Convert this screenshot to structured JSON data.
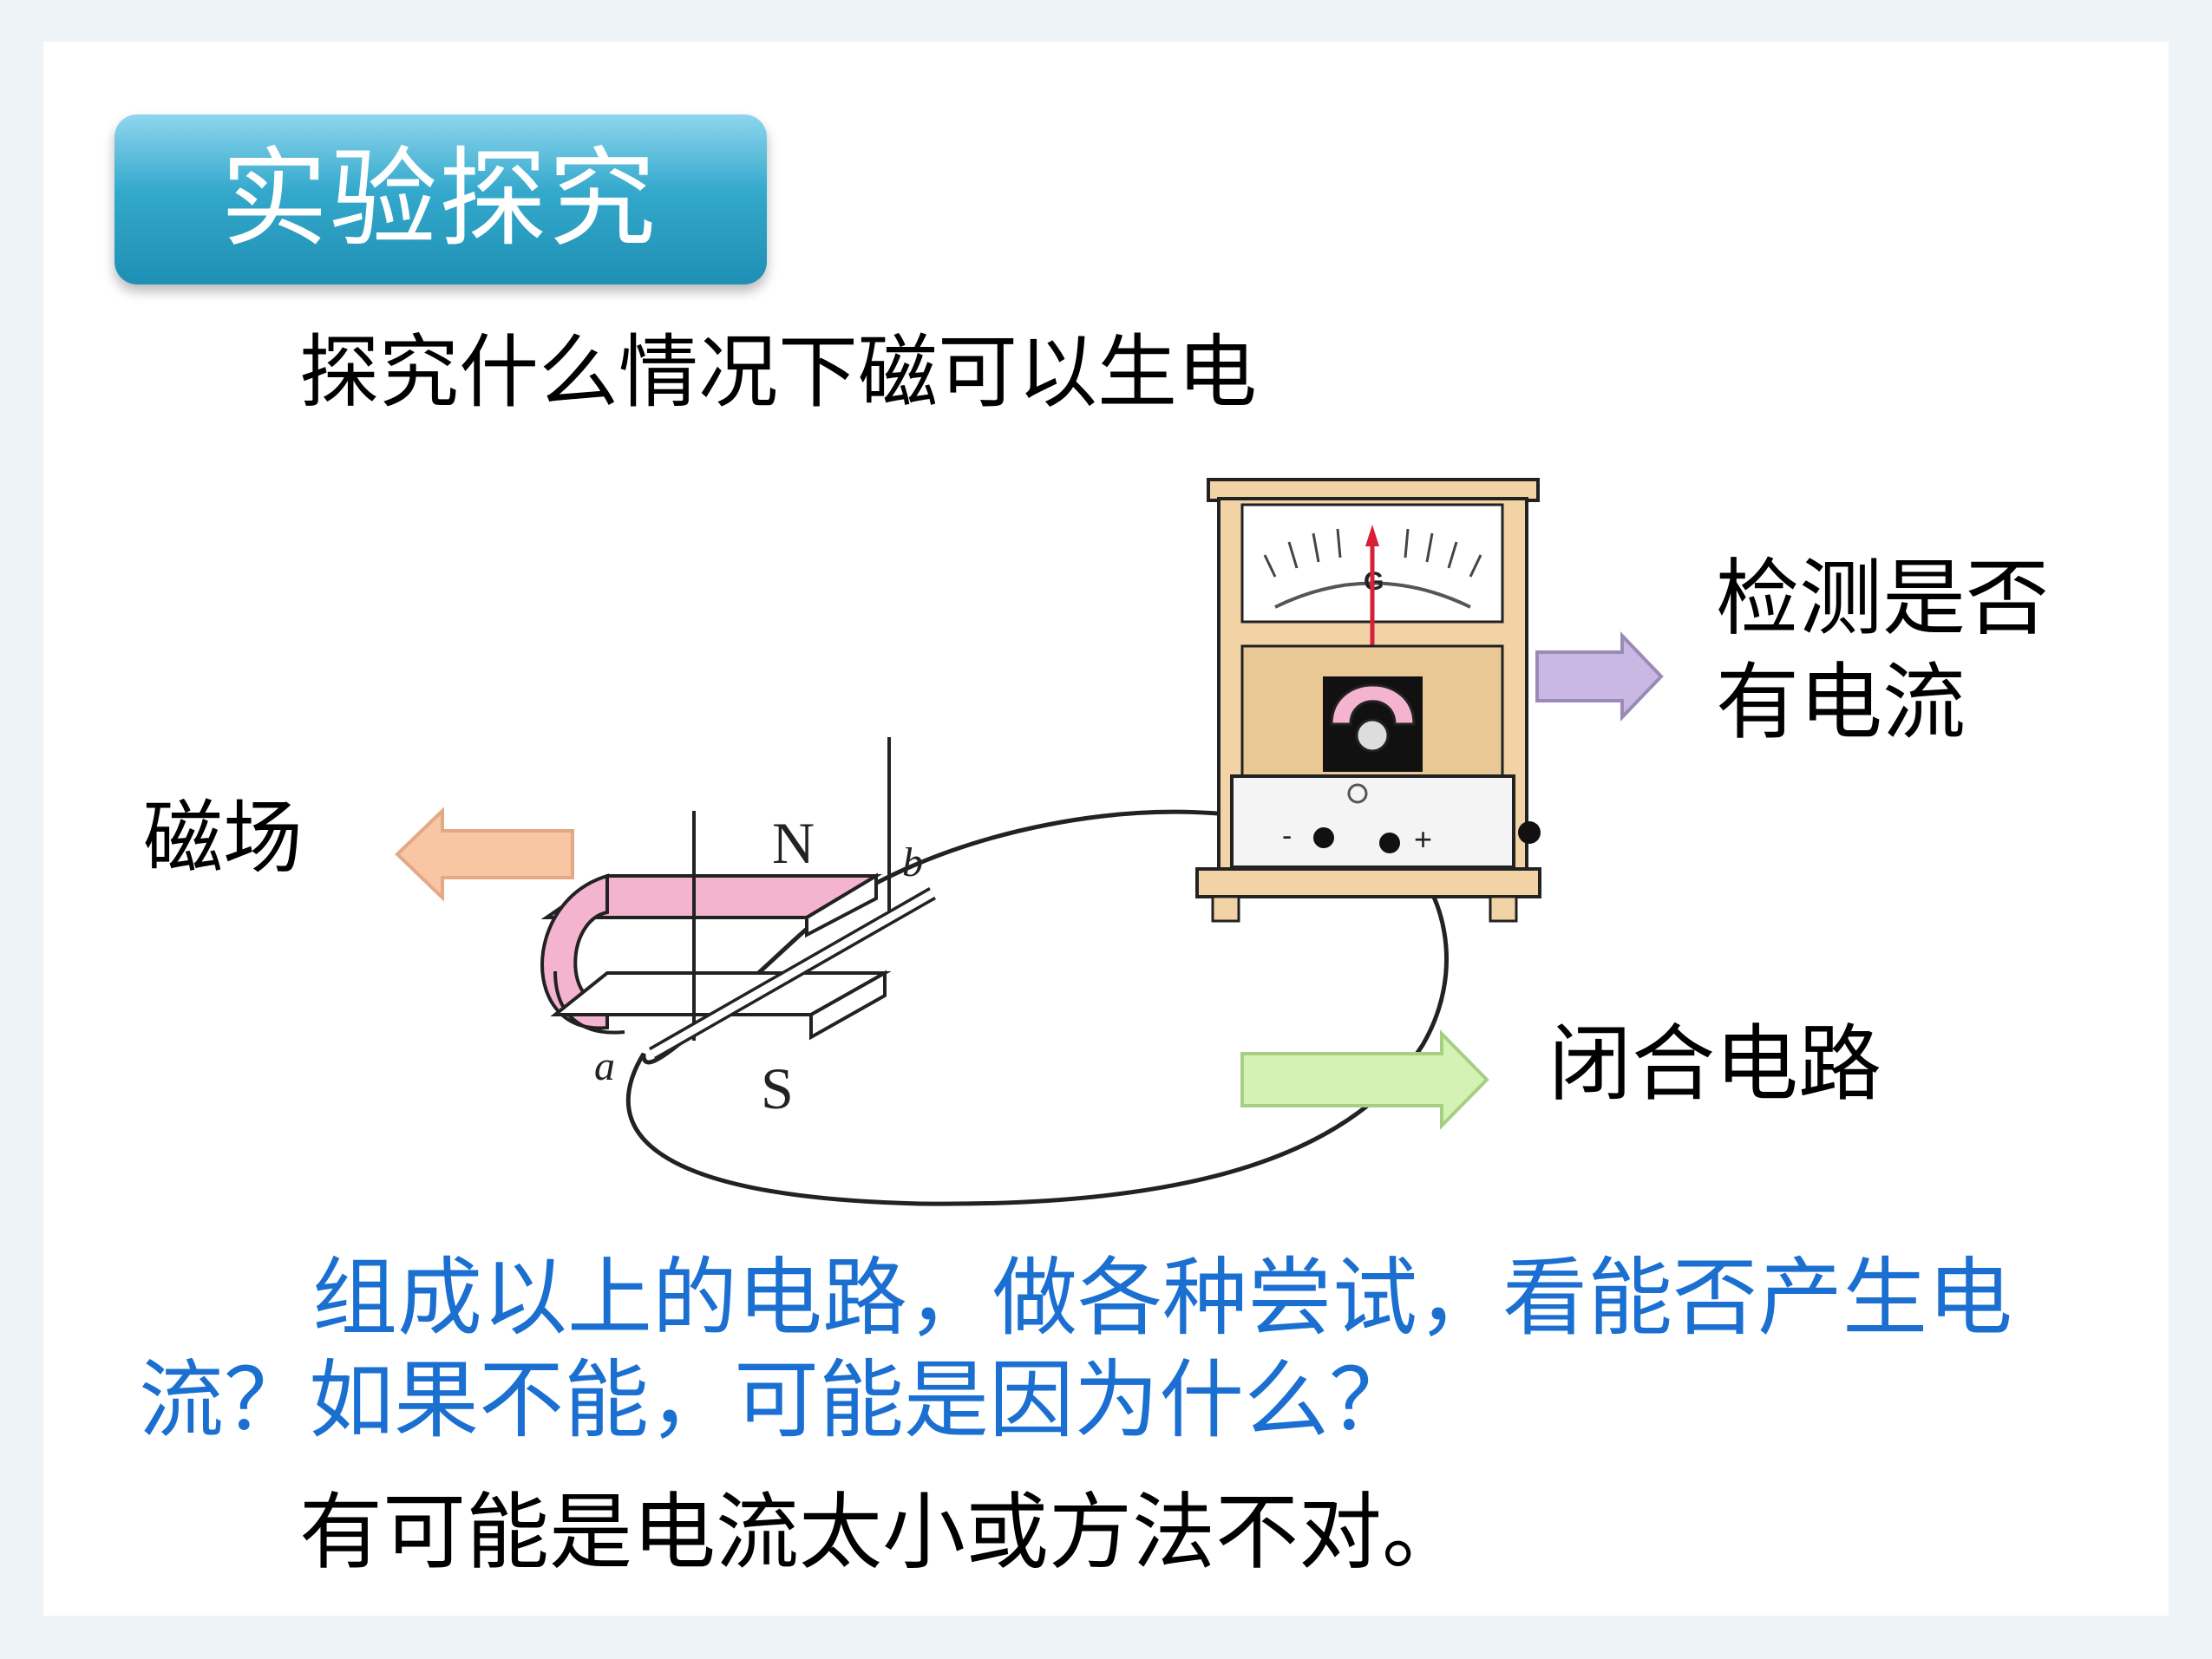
{
  "slide": {
    "title": "实验探究",
    "subtitle": "探究什么情况下磁可以生电",
    "labels": {
      "galvanometer": "检测是否有电流",
      "magnetic_field": "磁场",
      "closed_circuit": "闭合电路"
    },
    "diagram_letters": {
      "north": "N",
      "south": "S",
      "a": "a",
      "b": "b",
      "meter_g": "G",
      "minus": "-",
      "plus": "+"
    },
    "question": "组成以上的电路，做各种尝试，看能否产生电流？如果不能，可能是因为什么？",
    "answer": "有可能是电流太小或方法不对。"
  },
  "colors": {
    "title_badge": "#34a9cc",
    "question_text": "#1a6fd1",
    "arrow_meter": "#c9b7e4",
    "arrow_field": "#f8c6a3",
    "arrow_circuit": "#d4f2b4",
    "magnet_pink": "#f2a6c6",
    "meter_wood": "#f1d3a6"
  }
}
